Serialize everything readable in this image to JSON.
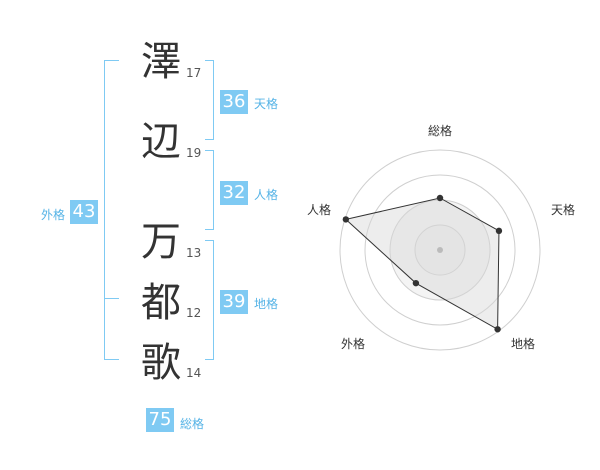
{
  "characters": [
    {
      "char": "澤",
      "strokes": "17"
    },
    {
      "char": "辺",
      "strokes": "19"
    },
    {
      "char": "万",
      "strokes": "13"
    },
    {
      "char": "都",
      "strokes": "12"
    },
    {
      "char": "歌",
      "strokes": "14"
    }
  ],
  "fortunes": {
    "tenkaku": {
      "label": "天格",
      "value": "36"
    },
    "jinkaku": {
      "label": "人格",
      "value": "32"
    },
    "chikaku": {
      "label": "地格",
      "value": "39"
    },
    "gaikaku": {
      "label": "外格",
      "value": "43"
    },
    "soukaku": {
      "label": "総格",
      "value": "75"
    }
  },
  "colors": {
    "accent": "#7fcaf3",
    "accent_text": "#55b3e6"
  },
  "chart_data": {
    "type": "radar",
    "axes": [
      "総格",
      "天格",
      "地格",
      "外格",
      "人格"
    ],
    "values": [
      0.52,
      0.62,
      0.98,
      0.41,
      0.99
    ],
    "rings": 4,
    "range": [
      0,
      1
    ]
  }
}
